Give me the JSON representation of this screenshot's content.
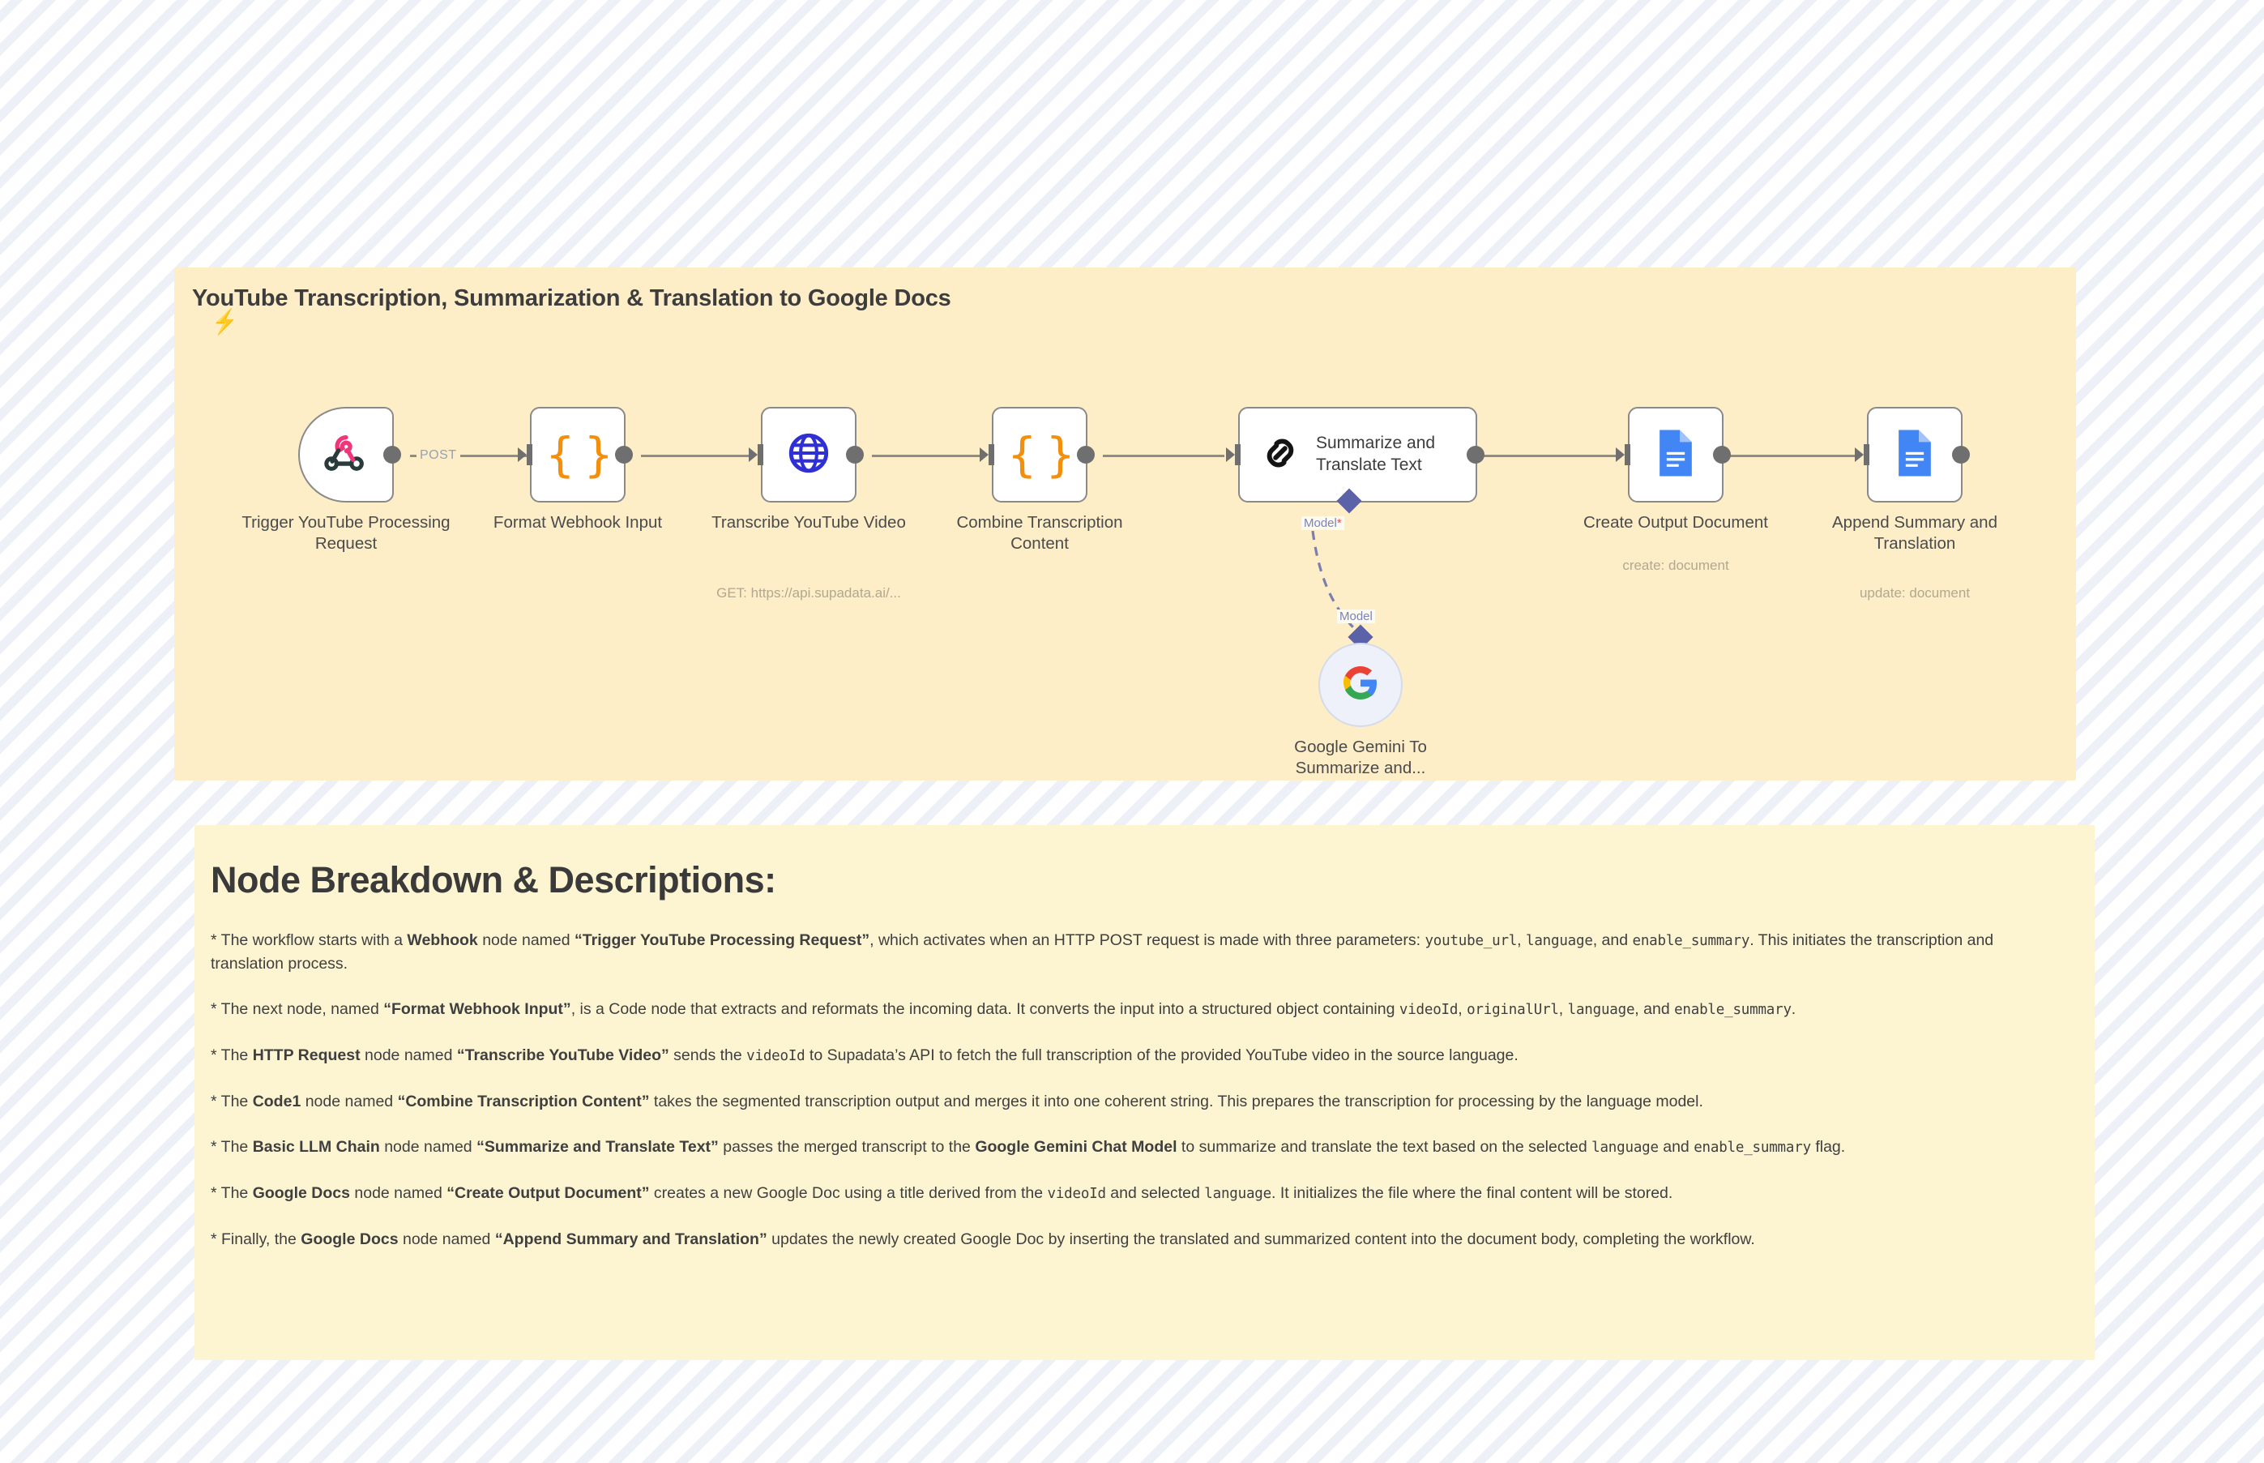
{
  "canvas": {
    "title": "YouTube Transcription, Summarization & Translation to Google Docs",
    "background_color": "#fdeec8",
    "nodes": [
      {
        "id": "trigger-youtube-processing-request",
        "label": "Trigger YouTube Processing Request",
        "sublabel": "",
        "type": "webhook-trigger",
        "icon": "webhook-icon"
      },
      {
        "id": "format-webhook-input",
        "label": "Format Webhook Input",
        "sublabel": "",
        "type": "code",
        "icon": "code-braces-icon"
      },
      {
        "id": "transcribe-youtube-video",
        "label": "Transcribe YouTube Video",
        "sublabel": "GET: https://api.supadata.ai/...",
        "type": "http-request",
        "icon": "globe-icon"
      },
      {
        "id": "combine-transcription-content",
        "label": "Combine Transcription Content",
        "sublabel": "",
        "type": "code",
        "icon": "code-braces-icon"
      },
      {
        "id": "summarize-and-translate-text",
        "label": "Summarize and Translate Text",
        "sublabel": "",
        "type": "basic-llm-chain",
        "icon": "chain-link-icon"
      },
      {
        "id": "create-output-document",
        "label": "Create Output Document",
        "sublabel": "create: document",
        "type": "google-docs",
        "icon": "google-docs-icon"
      },
      {
        "id": "append-summary-and-translation",
        "label": "Append Summary and Translation",
        "sublabel": "update: document",
        "type": "google-docs",
        "icon": "google-docs-icon"
      }
    ],
    "ai_node": {
      "id": "google-gemini-to-summarize-and",
      "label": "Google Gemini To Summarize and...",
      "icon": "google-g-icon",
      "connector_label_top": "Model",
      "connector_label_top_required": "*",
      "connector_label_bottom": "Model"
    },
    "connector_labels": {
      "webhook_method": "POST"
    }
  },
  "description": {
    "heading": "Node Breakdown & Descriptions:",
    "paragraphs": [
      {
        "id": "p-webhook",
        "parts": [
          {
            "t": "text",
            "v": "* The workflow starts with a "
          },
          {
            "t": "bold",
            "v": "Webhook"
          },
          {
            "t": "text",
            "v": " node named "
          },
          {
            "t": "bold",
            "v": "“Trigger YouTube Processing Request”"
          },
          {
            "t": "text",
            "v": ", which activates when an HTTP POST request is made with three parameters: "
          },
          {
            "t": "code",
            "v": "youtube_url"
          },
          {
            "t": "text",
            "v": ", "
          },
          {
            "t": "code",
            "v": "language"
          },
          {
            "t": "text",
            "v": ", and "
          },
          {
            "t": "code",
            "v": "enable_summary"
          },
          {
            "t": "text",
            "v": ". This initiates the transcription and translation process."
          }
        ]
      },
      {
        "id": "p-format",
        "parts": [
          {
            "t": "text",
            "v": "* The next node, named "
          },
          {
            "t": "bold",
            "v": "“Format Webhook Input”"
          },
          {
            "t": "text",
            "v": ", is a Code node that extracts and reformats the incoming data. It converts the input into a structured object containing "
          },
          {
            "t": "code",
            "v": "videoId"
          },
          {
            "t": "text",
            "v": ", "
          },
          {
            "t": "code",
            "v": "originalUrl"
          },
          {
            "t": "text",
            "v": ", "
          },
          {
            "t": "code",
            "v": "language"
          },
          {
            "t": "text",
            "v": ", and "
          },
          {
            "t": "code",
            "v": "enable_summary"
          },
          {
            "t": "text",
            "v": "."
          }
        ]
      },
      {
        "id": "p-http",
        "parts": [
          {
            "t": "text",
            "v": "* The "
          },
          {
            "t": "bold",
            "v": "HTTP Request"
          },
          {
            "t": "text",
            "v": " node named "
          },
          {
            "t": "bold",
            "v": "“Transcribe YouTube Video”"
          },
          {
            "t": "text",
            "v": " sends the "
          },
          {
            "t": "code",
            "v": "videoId"
          },
          {
            "t": "text",
            "v": " to Supadata’s API to fetch the full transcription of the provided YouTube video in the source language."
          }
        ]
      },
      {
        "id": "p-code1",
        "parts": [
          {
            "t": "text",
            "v": "* The "
          },
          {
            "t": "bold",
            "v": "Code1"
          },
          {
            "t": "text",
            "v": " node named "
          },
          {
            "t": "bold",
            "v": "“Combine Transcription Content”"
          },
          {
            "t": "text",
            "v": " takes the segmented transcription output and merges it into one coherent string. This prepares the transcription for processing by the language model."
          }
        ]
      },
      {
        "id": "p-llm",
        "parts": [
          {
            "t": "text",
            "v": "* The "
          },
          {
            "t": "bold",
            "v": "Basic LLM Chain"
          },
          {
            "t": "text",
            "v": " node named "
          },
          {
            "t": "bold",
            "v": "“Summarize and Translate Text”"
          },
          {
            "t": "text",
            "v": " passes the merged transcript to the "
          },
          {
            "t": "bold",
            "v": "Google Gemini Chat Model"
          },
          {
            "t": "text",
            "v": " to summarize and translate the text based on the selected "
          },
          {
            "t": "code",
            "v": "language"
          },
          {
            "t": "text",
            "v": " and "
          },
          {
            "t": "code",
            "v": "enable_summary"
          },
          {
            "t": "text",
            "v": " flag."
          }
        ]
      },
      {
        "id": "p-docs-create",
        "parts": [
          {
            "t": "text",
            "v": "* The "
          },
          {
            "t": "bold",
            "v": "Google Docs"
          },
          {
            "t": "text",
            "v": " node named "
          },
          {
            "t": "bold",
            "v": "“Create Output Document”"
          },
          {
            "t": "text",
            "v": " creates a new Google Doc using a title derived from the "
          },
          {
            "t": "code",
            "v": "videoId"
          },
          {
            "t": "text",
            "v": " and selected "
          },
          {
            "t": "code",
            "v": "language"
          },
          {
            "t": "text",
            "v": ". It initializes the file where the final content will be stored."
          }
        ]
      },
      {
        "id": "p-docs-append",
        "parts": [
          {
            "t": "text",
            "v": "* Finally, the "
          },
          {
            "t": "bold",
            "v": "Google Docs"
          },
          {
            "t": "text",
            "v": " node named "
          },
          {
            "t": "bold",
            "v": "“Append Summary and Translation”"
          },
          {
            "t": "text",
            "v": " updates the newly created Google Doc by inserting the translated and summarized content into the document body, completing the workflow."
          }
        ]
      }
    ]
  },
  "colors": {
    "canvas_bg": "#fdeec8",
    "desc_bg": "#fdf4d2",
    "node_border": "#8a8a8a",
    "accent_orange": "#f2900d",
    "trigger_bolt": "#ff6d3b",
    "ai_connector": "#5b62a8"
  }
}
